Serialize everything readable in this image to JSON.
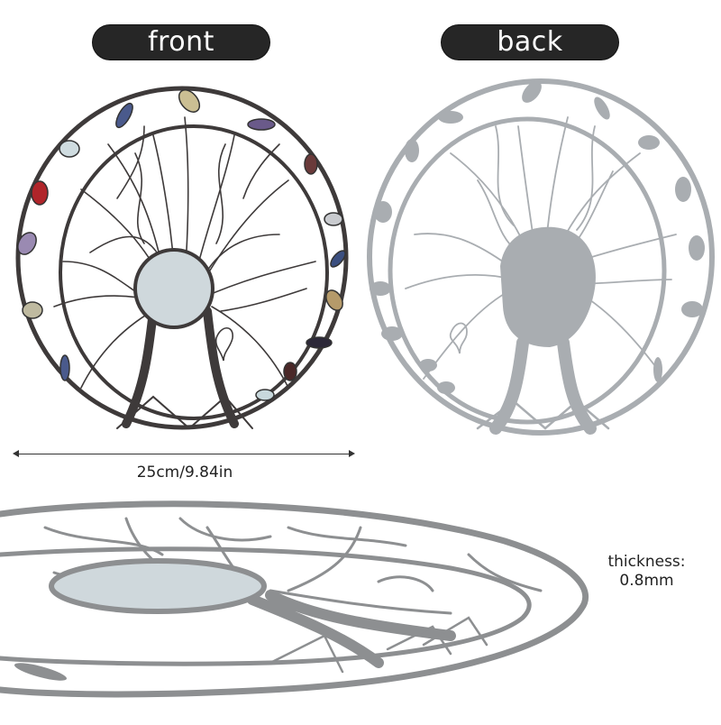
{
  "labels": {
    "front": "front",
    "back": "back"
  },
  "dimensions": {
    "diameter": "25cm/9.84in",
    "thickness_label": "thickness:",
    "thickness_value": "0.8mm"
  },
  "colors": {
    "pill_bg": "#262626",
    "pill_text": "#ffffff",
    "front_metal": "#3e3a3a",
    "back_metal": "#a9adb1",
    "side_metal": "#8d8f91",
    "moon": "#cfd8dc"
  },
  "images": {
    "front": "Tree of life suncatcher with colored gemstones (front view)",
    "back": "Tree of life metal silhouette (back view)",
    "side": "Tree of life metal side/angled view"
  }
}
